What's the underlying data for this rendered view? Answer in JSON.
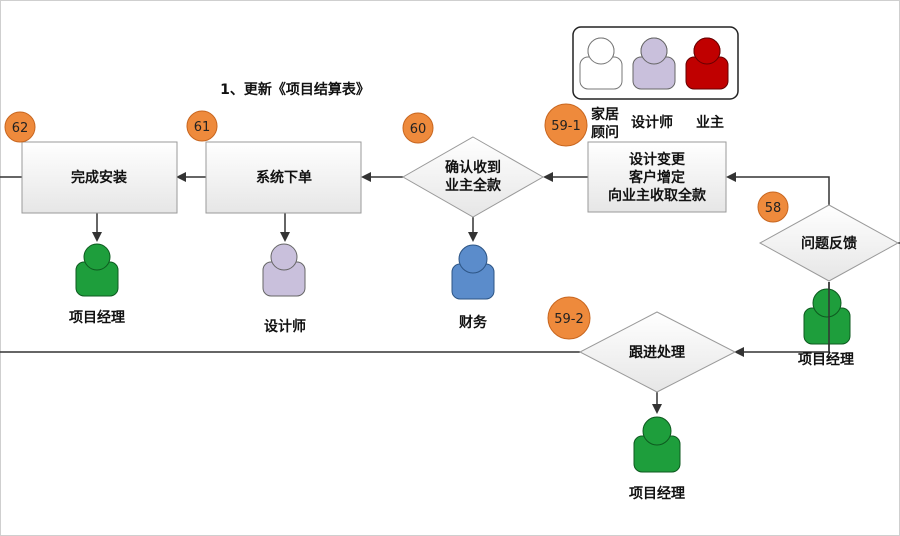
{
  "title": "1、更新《项目结算表》",
  "legend": [
    {
      "label_line1": "家居",
      "label_line2": "顾问",
      "color": "#ffffff"
    },
    {
      "label_line1": "设计师",
      "label_line2": "",
      "color": "#c9c0dc"
    },
    {
      "label_line1": "业主",
      "label_line2": "",
      "color": "#c00000"
    }
  ],
  "badges": {
    "b62": "62",
    "b61": "61",
    "b60": "60",
    "b59_1": "59-1",
    "b58": "58",
    "b59_2": "59-2"
  },
  "nodes": {
    "complete_install": {
      "label": "完成安装"
    },
    "system_order": {
      "label": "系统下单"
    },
    "confirm_payment": {
      "line1": "确认收到",
      "line2": "业主全款"
    },
    "design_change": {
      "line1": "设计变更",
      "line2": "客户增定",
      "line3": "向业主收取全款"
    },
    "issue_feedback": {
      "label": "问题反馈"
    },
    "follow_up": {
      "label": "跟进处理"
    }
  },
  "roles": {
    "pm1": {
      "label": "项目经理",
      "color": "#1e9e3c"
    },
    "designer": {
      "label": "设计师",
      "color": "#c9c0dc"
    },
    "finance": {
      "label": "财务",
      "color": "#5b8ccb"
    },
    "pm2": {
      "label": "项目经理",
      "color": "#1e9e3c"
    },
    "pm3": {
      "label": "项目经理",
      "color": "#1e9e3c"
    }
  },
  "colors": {
    "badge": "#ee8a3c",
    "box_fill": "#f3f3f3",
    "box_stroke": "#9a9a9a",
    "line": "#333333"
  }
}
